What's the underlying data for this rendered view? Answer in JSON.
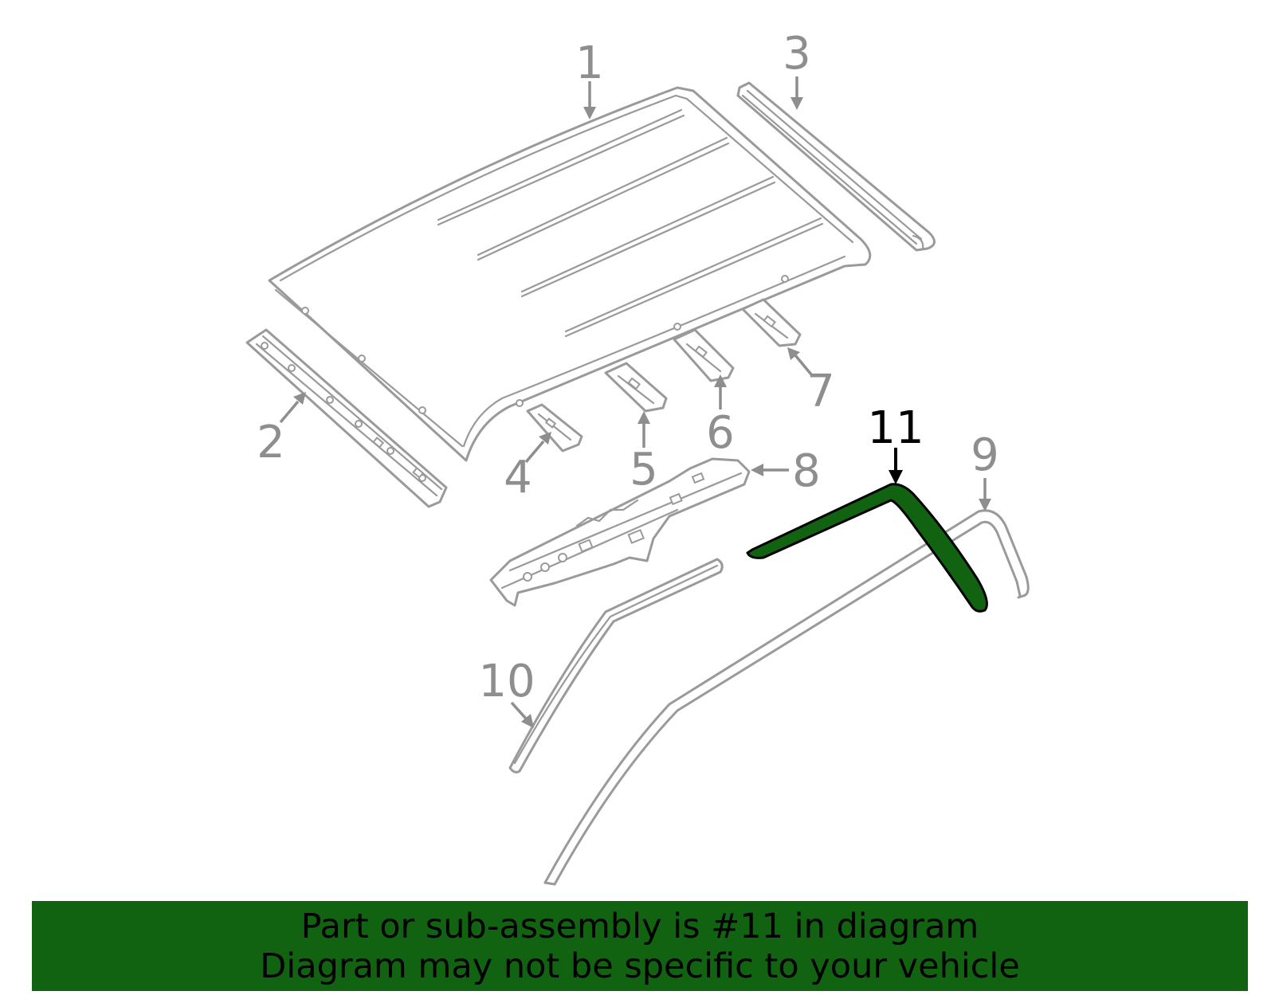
{
  "diagram": {
    "callouts": [
      {
        "id": "1",
        "label": "1"
      },
      {
        "id": "2",
        "label": "2"
      },
      {
        "id": "3",
        "label": "3"
      },
      {
        "id": "4",
        "label": "4"
      },
      {
        "id": "5",
        "label": "5"
      },
      {
        "id": "6",
        "label": "6"
      },
      {
        "id": "7",
        "label": "7"
      },
      {
        "id": "8",
        "label": "8"
      },
      {
        "id": "9",
        "label": "9"
      },
      {
        "id": "10",
        "label": "10"
      },
      {
        "id": "11",
        "label": "11",
        "highlighted": true
      }
    ],
    "colors": {
      "part_outline": "#9a9a9a",
      "callout_text": "#8e8e8e",
      "highlight_part": "#116311",
      "highlight_callout": "#000000"
    }
  },
  "banner": {
    "line1": "Part or sub-assembly is #11 in diagram",
    "line2": "Diagram may not be specific to your vehicle",
    "background": "#116311"
  }
}
